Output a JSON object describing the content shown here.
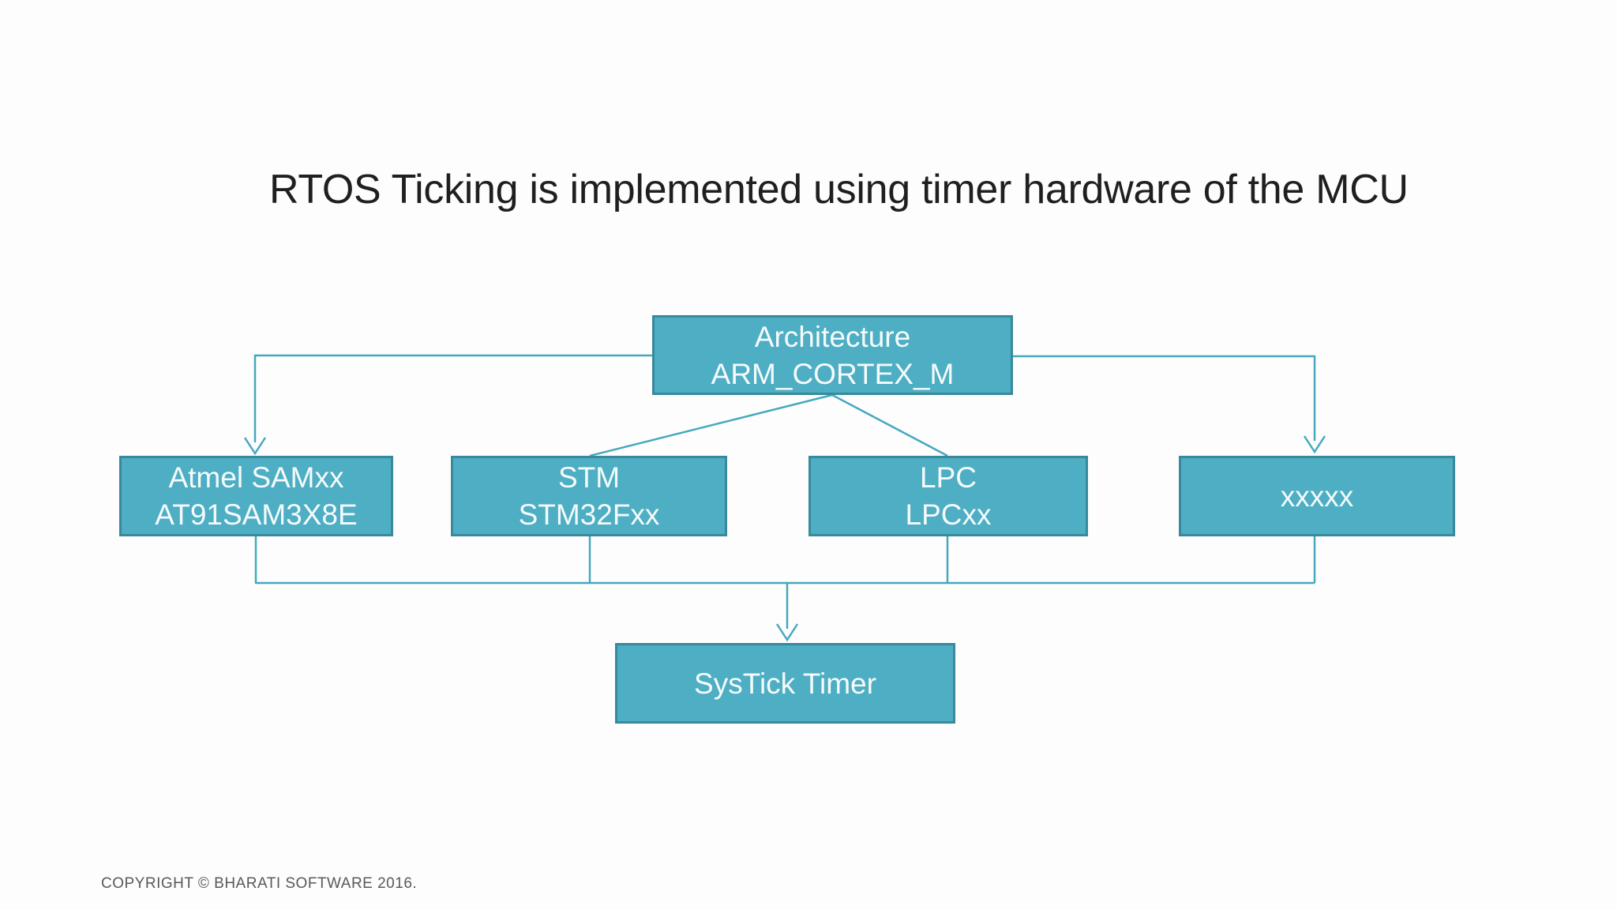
{
  "slide": {
    "title": "RTOS Ticking is implemented using timer hardware of the MCU",
    "footer": "COPYRIGHT © BHARATI SOFTWARE 2016."
  },
  "diagram": {
    "colors": {
      "background": "#FDFDFD",
      "node_fill": "#4EAEC3",
      "node_border": "#38899B",
      "node_text": "#F5FBFC",
      "connector": "#45A8BF",
      "title_text": "#1F1F1F",
      "footer_text": "#595959"
    },
    "nodes": {
      "architecture": {
        "line1": "Architecture",
        "line2": "ARM_CORTEX_M"
      },
      "atmel": {
        "line1": "Atmel SAMxx",
        "line2": "AT91SAM3X8E"
      },
      "stm": {
        "line1": "STM",
        "line2": "STM32Fxx"
      },
      "lpc": {
        "line1": "LPC",
        "line2": "LPCxx"
      },
      "unknown": {
        "line1": "xxxxx"
      },
      "systick": {
        "line1": "SysTick Timer"
      }
    },
    "edges": [
      {
        "from": "architecture",
        "to": "atmel",
        "arrow": true
      },
      {
        "from": "architecture",
        "to": "stm",
        "arrow": false
      },
      {
        "from": "architecture",
        "to": "lpc",
        "arrow": false
      },
      {
        "from": "architecture",
        "to": "unknown",
        "arrow": true
      },
      {
        "from": "atmel",
        "to": "systick",
        "arrow": true
      },
      {
        "from": "stm",
        "to": "systick",
        "arrow": true
      },
      {
        "from": "lpc",
        "to": "systick",
        "arrow": true
      },
      {
        "from": "unknown",
        "to": "systick",
        "arrow": true
      }
    ]
  }
}
